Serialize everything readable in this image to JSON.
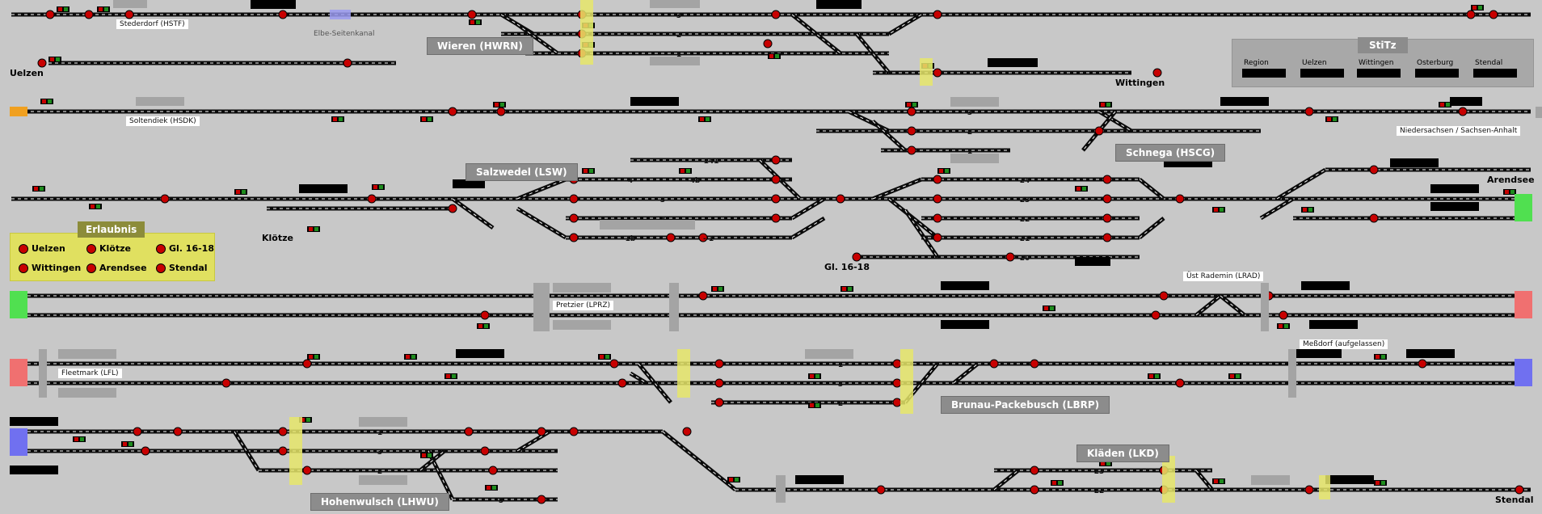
{
  "stations": {
    "wieren": "Wieren (HWRN)",
    "salzwedel": "Salzwedel (LSW)",
    "schnega": "Schnega (HSCG)",
    "bpb": "Brunau-Packebusch (LBRP)",
    "hohenwulsch": "Hohenwulsch (LHWU)",
    "kladen": "Kläden (LKD)"
  },
  "small_labels": {
    "stederdorf": "Stederdorf (HSTF)",
    "elbe": "Elbe-Seitenkanal",
    "soltendiek": "Soltendiek (HSDK)",
    "pretzier": "Pretzier (LPRZ)",
    "fleetmark": "Fleetmark (LFL)",
    "rademin": "Üst Rademin (LRAD)",
    "messdorf": "Meßdorf (aufgelassen)",
    "nds": "Niedersachsen / Sachsen-Anhalt"
  },
  "bold_labels": {
    "uelzen": "Uelzen",
    "wittingen": "Wittingen",
    "klotze": "Klötze",
    "gl1618": "Gl. 16-18",
    "arendsee": "Arendsee",
    "stendal": "Stendal"
  },
  "permission_panel": {
    "title": "Erlaubnis",
    "items": [
      "Uelzen",
      "Klötze",
      "Gl. 16-18",
      "Wittingen",
      "Arendsee",
      "Stendal"
    ]
  },
  "stitz_panel": {
    "title": "StiTz",
    "items": [
      "Region",
      "Uelzen",
      "Wittingen",
      "Osterburg",
      "Stendal"
    ]
  },
  "track_numbers": {
    "w3": "3",
    "w2": "2",
    "w1": "1",
    "sch3": "3",
    "sch2": "2",
    "sch1": "1",
    "sal141": "141",
    "sal4": "4",
    "sal4b": "4b",
    "sal3": "3",
    "sal2": "2",
    "sal1": "1",
    "sal1b": "1b",
    "g24": "24",
    "g23": "23",
    "g22": "22",
    "g21": "21",
    "g20": "20",
    "bp1": "1",
    "bp3": "3",
    "bp2": "2",
    "hw1": "1",
    "hw3": "3",
    "hw2": "2",
    "hw5": "5",
    "kl23": "23",
    "kl22": "22"
  },
  "colors": {
    "track": "#0a0a0a",
    "track_dash": "#ffffff",
    "signal_red": "#c80000",
    "signal_green": "#1e8c1e",
    "edge_orange": "#f0a020",
    "edge_green": "#40e040",
    "edge_red": "#f07070",
    "edge_blue": "#7070f0"
  }
}
